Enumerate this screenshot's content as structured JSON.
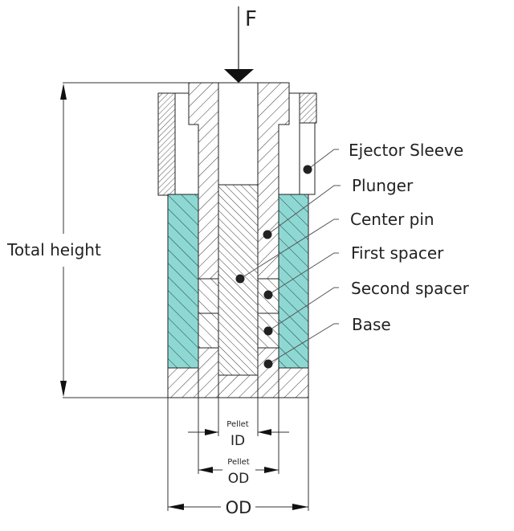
{
  "diagram": {
    "title": "Pellet die cross-section",
    "force_label": "F",
    "total_height_label": "Total height",
    "components": [
      {
        "id": "ejector-sleeve",
        "label": "Ejector Sleeve"
      },
      {
        "id": "plunger",
        "label": "Plunger"
      },
      {
        "id": "center-pin",
        "label": "Center pin"
      },
      {
        "id": "first-spacer",
        "label": "First spacer"
      },
      {
        "id": "second-spacer",
        "label": "Second spacer"
      },
      {
        "id": "base",
        "label": "Base"
      }
    ],
    "dimensions": {
      "pellet_id": {
        "prefix": "Pellet",
        "label": "ID"
      },
      "pellet_od": {
        "prefix": "Pellet",
        "label": "OD"
      },
      "od": {
        "label": "OD"
      }
    },
    "colors": {
      "die_body": "#8ED8D3",
      "line": "#222222",
      "background": "#FFFFFF"
    }
  }
}
